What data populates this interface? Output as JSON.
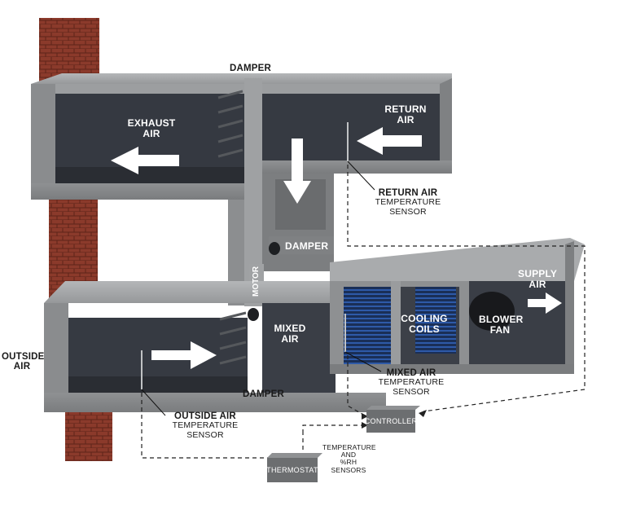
{
  "labels": {
    "damper_top": "DAMPER",
    "exhaust_air": [
      "EXHAUST",
      "AIR"
    ],
    "return_air": [
      "RETURN",
      "AIR"
    ],
    "return_sensor": [
      "RETURN AIR",
      "TEMPERATURE SENSOR"
    ],
    "damper_mid": "DAMPER",
    "motor": "MOTOR",
    "supply_air": [
      "SUPPLY",
      "AIR"
    ],
    "outside_air_ext": [
      "OUTSIDE",
      "AIR"
    ],
    "mixed_air": [
      "MIXED",
      "AIR"
    ],
    "cooling_coils": [
      "COOLING",
      "COILS"
    ],
    "blower_fan": [
      "BLOWER",
      "FAN"
    ],
    "mixed_sensor": [
      "MIXED AIR",
      "TEMPERATURE SENSOR"
    ],
    "damper_bottom": "DAMPER",
    "outside_sensor": [
      "OUTSIDE AIR",
      "TEMPERATURE SENSOR"
    ],
    "controller": "CONTROLLER",
    "thermostat": "THERMOSTAT",
    "rh_sensors": [
      "TEMPERATURE",
      "AND",
      "%RH SENSORS"
    ]
  },
  "colors": {
    "concrete_light": "#a3a5a7",
    "concrete_mid": "#8a8c8e",
    "concrete_dark": "#6e7072",
    "duct_interior": "#33373f",
    "brick": "#8b3a2b",
    "coil": "#1e3f7a",
    "arrow": "#ffffff"
  }
}
